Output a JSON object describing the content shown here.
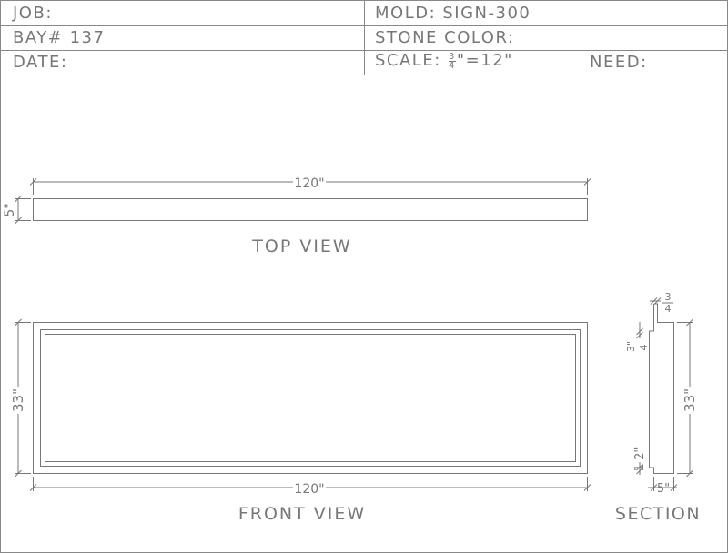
{
  "title_block": {
    "job_label": "JOB:",
    "bay_label": "BAY# 137",
    "date_label": "DATE:",
    "mold_label": "MOLD: SIGN-300",
    "stone_color_label": "STONE COLOR:",
    "scale_prefix": "SCALE:",
    "scale_num": "3",
    "scale_den": "4",
    "scale_suffix": "\"=12\"",
    "need_label": "NEED:"
  },
  "top_view": {
    "title": "TOP VIEW",
    "width_dim": "120\"",
    "depth_dim": "5\""
  },
  "front_view": {
    "title": "FRONT VIEW",
    "width_dim": "120\"",
    "height_dim": "33\""
  },
  "section": {
    "title": "SECTION",
    "height_dim": "33\"",
    "depth_dim": "5\"",
    "top_step_num": "3",
    "top_step_den": "4",
    "upper_step_num": "3\"",
    "upper_step_den": "4",
    "bottom_dim": "1 2\""
  },
  "colors": {
    "line": "#777777",
    "text": "#777777",
    "background": "#ffffff"
  }
}
